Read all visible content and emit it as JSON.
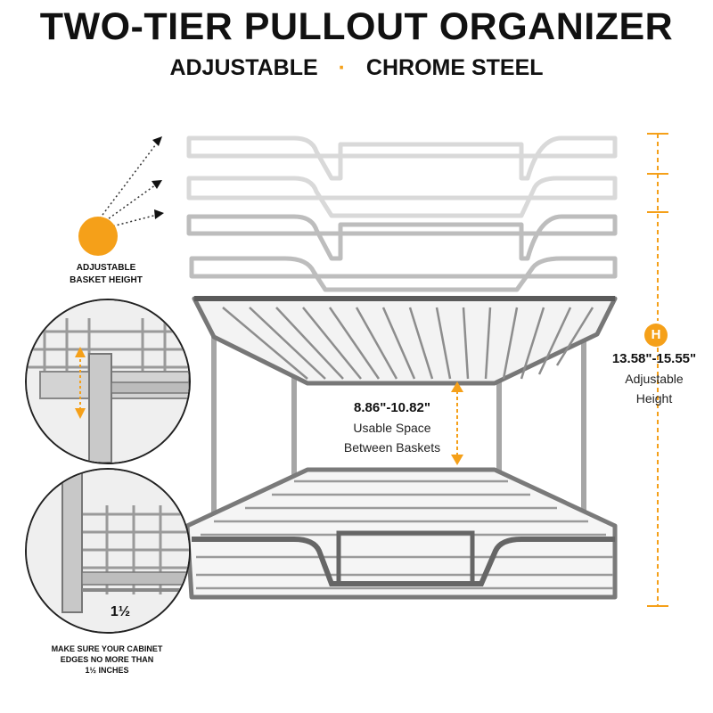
{
  "header": {
    "title": "TWO-TIER PULLOUT ORGANIZER",
    "subtitle_left": "ADJUSTABLE",
    "subtitle_sep": "·",
    "subtitle_right": "CHROME STEEL"
  },
  "callouts": {
    "adjustable_line1": "ADJUSTABLE",
    "adjustable_line2": "BASKET HEIGHT",
    "height_badge": "H",
    "height_value": "13.58\"-15.55\"",
    "height_label1": "Adjustable",
    "height_label2": "Height",
    "space_value": "8.86\"-10.82\"",
    "space_label1": "Usable Space",
    "space_label2": "Between Baskets",
    "edge_value": "1½",
    "edge_note1": "MAKE SURE YOUR CABINET",
    "edge_note2": "EDGES NO MORE THAN",
    "edge_note3": "1½ INCHES"
  },
  "colors": {
    "accent": "#f5a019",
    "chrome_dark": "#8a8a8a",
    "chrome_light": "#d8d8d8",
    "text": "#111111"
  },
  "icons": [
    "arrow-up-right-icon",
    "orange-dot-icon",
    "height-badge-icon"
  ]
}
